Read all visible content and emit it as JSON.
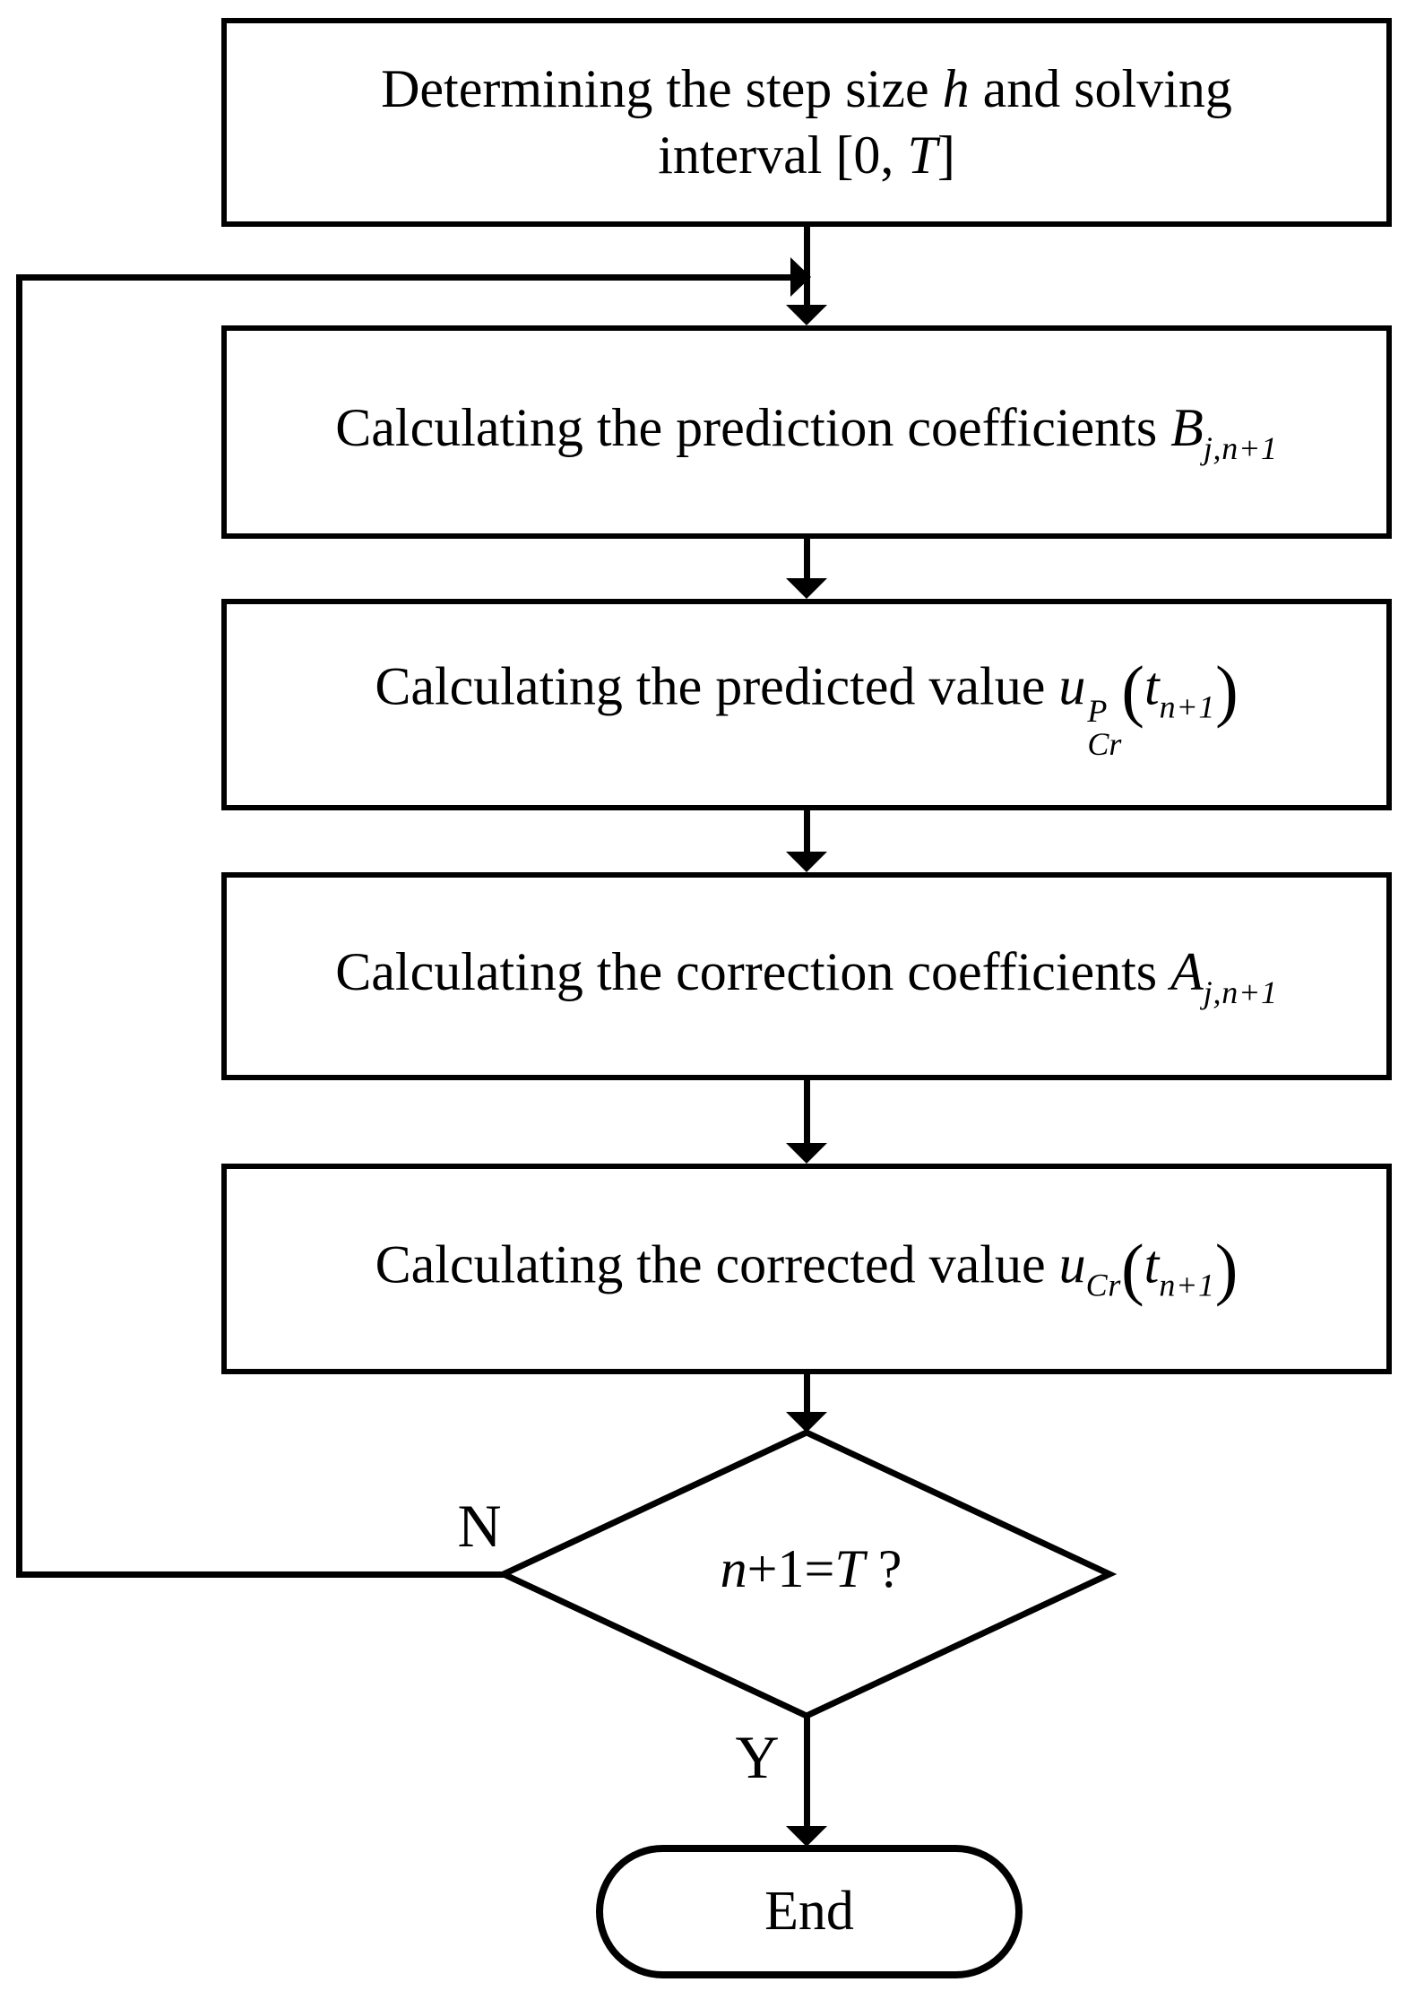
{
  "canvas": {
    "background": "#ffffff",
    "line_color": "#000000"
  },
  "nodes": {
    "box1": {
      "type": "process",
      "line1_pre": "Determining the step size ",
      "line1_var": "h",
      "line1_post": " and solving",
      "line2_pre": "interval [0, ",
      "line2_var": "T",
      "line2_post": "]"
    },
    "box2": {
      "type": "process",
      "pre": "Calculating the prediction coefficients ",
      "var": "B",
      "sub": "j,n+1"
    },
    "box3": {
      "type": "process",
      "pre": "Calculating the predicted value ",
      "var": "u",
      "sup": "P",
      "sub": "Cr",
      "open": "(",
      "arg": "t",
      "arg_sub": "n+1",
      "close": ")"
    },
    "box4": {
      "type": "process",
      "pre": "Calculating the correction coefficients ",
      "var": "A",
      "sub": "j,n+1"
    },
    "box5": {
      "type": "process",
      "pre": "Calculating the corrected value ",
      "var": "u",
      "sub": "Cr",
      "open": "(",
      "arg": "t",
      "arg_sub": "n+1",
      "close": ")"
    },
    "decision": {
      "type": "decision",
      "var1": "n",
      "mid": "+1=",
      "var2": "T",
      "tail": " ?"
    },
    "end": {
      "type": "terminator",
      "label": "End"
    }
  },
  "edges": {
    "no_label": "N",
    "yes_label": "Y"
  }
}
